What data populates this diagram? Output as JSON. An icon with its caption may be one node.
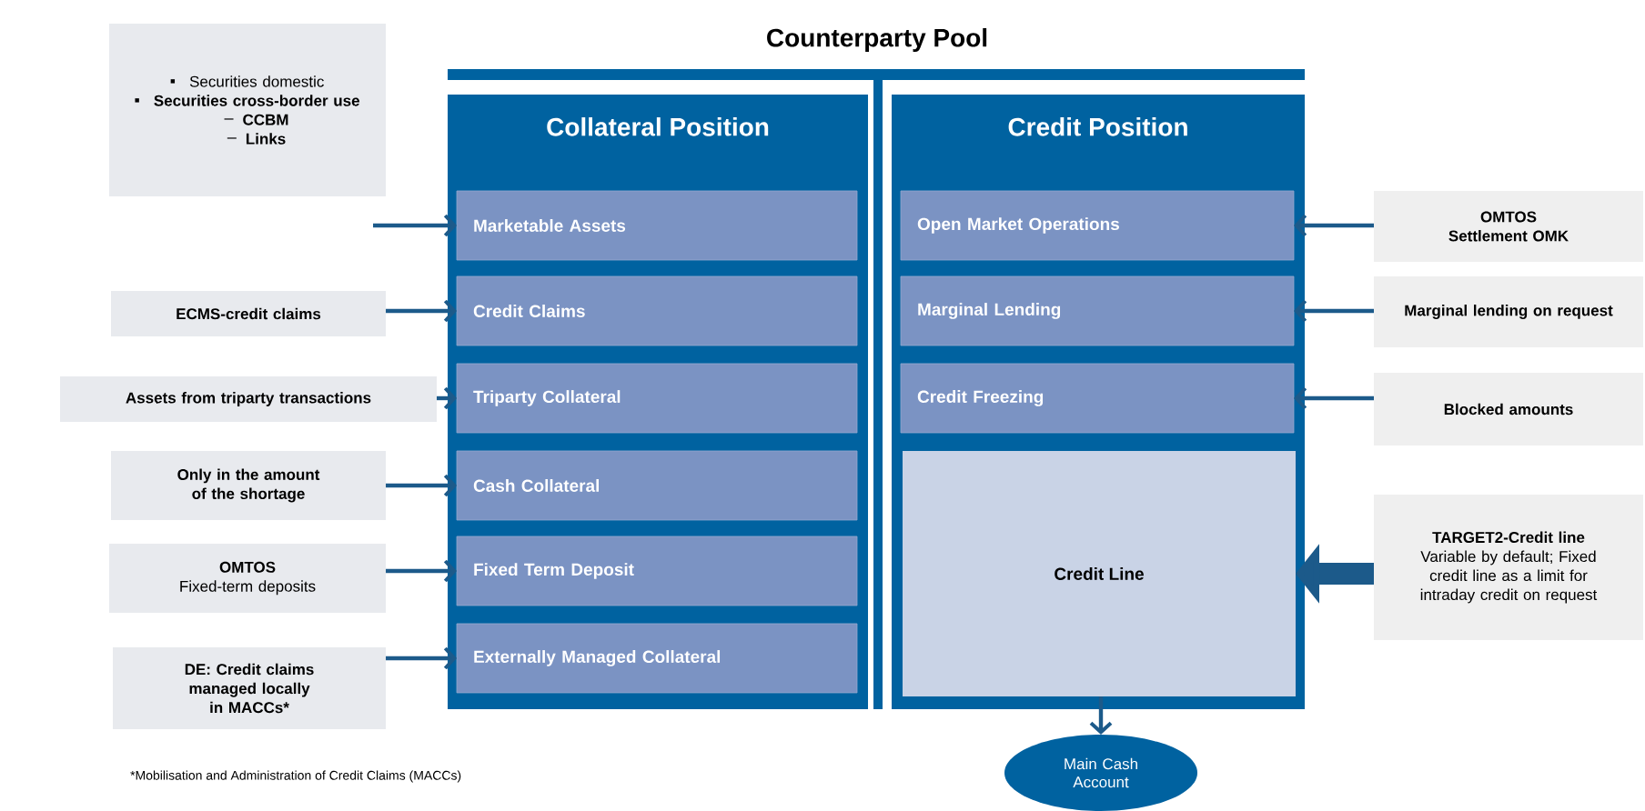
{
  "diagram": {
    "title": "Counterparty Pool",
    "nodes": [
      {
        "text": [
          "Collateral Position"
        ]
      },
      {
        "text": [
          "Marketable Assets"
        ],
        "in": 0
      },
      {
        "text": [
          "Credit Claims"
        ],
        "in": 0
      },
      {
        "text": [
          "Triparty Collateral"
        ],
        "in": 0
      },
      {
        "text": [
          "Cash Collateral"
        ],
        "in": 0
      },
      {
        "text": [
          "Fixed Term Deposit"
        ],
        "in": 0
      },
      {
        "text": [
          "Externally Managed Collateral"
        ],
        "in": 0
      },
      {
        "text": [
          "Credit Position"
        ]
      },
      {
        "text": [
          "Open Market Operations"
        ],
        "in": 7
      },
      {
        "text": [
          "Marginal Lending"
        ],
        "in": 7
      },
      {
        "text": [
          "Credit Freezing"
        ],
        "in": 7
      },
      {
        "text": [
          "Credit Line"
        ],
        "in": 7
      },
      {
        "text": [
          "Securities domestic",
          "Securities cross-border use",
          "CCBM",
          "Links"
        ]
      },
      {
        "text": [
          "ECMS-credit claims"
        ]
      },
      {
        "text": [
          "Assets from triparty transactions"
        ]
      },
      {
        "text": [
          "Only in the amount of the shortage"
        ]
      },
      {
        "text": [
          "OMTOS",
          "Fixed-term deposits"
        ]
      },
      {
        "text": [
          "DE: Credit claims managed locally in MACCs*"
        ]
      },
      {
        "text": [
          "OMTOS",
          "Settlement OMK"
        ]
      },
      {
        "text": [
          "Marginal lending on request"
        ]
      },
      {
        "text": [
          "Blocked amounts"
        ]
      },
      {
        "text": [
          "TARGET2-Credit line",
          "Variable by default; Fixed credit line as a limit for intraday credit on request"
        ]
      },
      {
        "text": [
          "Main Cash Account"
        ]
      }
    ],
    "edges": [
      {
        "from": null,
        "to": 1,
        "arrow": "to"
      },
      {
        "from": 13,
        "to": 2,
        "arrow": "to"
      },
      {
        "from": 14,
        "to": 3,
        "arrow": "to"
      },
      {
        "from": 15,
        "to": 4,
        "arrow": "to"
      },
      {
        "from": 16,
        "to": 5,
        "arrow": "to"
      },
      {
        "from": 17,
        "to": 6,
        "arrow": "to"
      },
      {
        "from": 18,
        "to": 8,
        "arrow": "to"
      },
      {
        "from": 19,
        "to": 9,
        "arrow": "to"
      },
      {
        "from": 20,
        "to": 10,
        "arrow": "to"
      },
      {
        "from": 21,
        "to": 11,
        "arrow": "to",
        "style": "thick"
      },
      {
        "from": 11,
        "to": 22,
        "arrow": "to"
      }
    ],
    "labels": [
      "*Mobilisation and Administration of Credit Claims (MACCs)"
    ]
  }
}
